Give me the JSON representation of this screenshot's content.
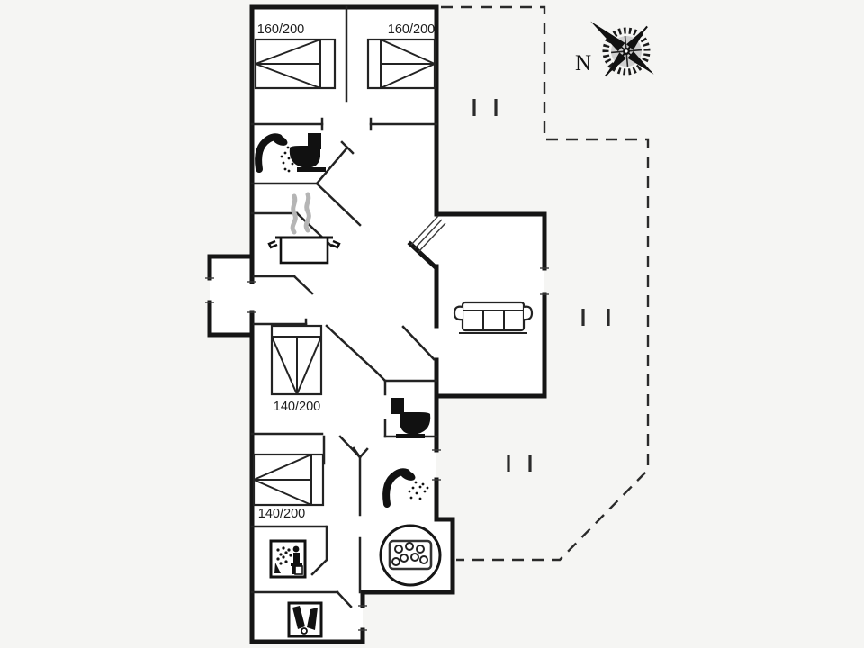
{
  "floorplan": {
    "compass": {
      "label": "N"
    },
    "beds": [
      {
        "room": "bedroom-top-left",
        "size": "160/200"
      },
      {
        "room": "bedroom-top-right",
        "size": "160/200"
      },
      {
        "room": "bedroom-middle",
        "size": "140/200"
      },
      {
        "room": "bedroom-bottom",
        "size": "140/200"
      }
    ],
    "features": [
      "double-bed",
      "double-bed",
      "single-room-bed",
      "single-room-bed",
      "shower",
      "toilet",
      "stove-pot",
      "sofa",
      "toilet",
      "shower",
      "whirlpool",
      "sauna",
      "fireplace",
      "terrace-dashed-outline",
      "compass-rose"
    ],
    "colors": {
      "wall": "#151515",
      "interior_wall": "#232323",
      "steam": "#b5b5b5",
      "background": "#f5f5f3",
      "room_fill": "#ffffff"
    }
  }
}
